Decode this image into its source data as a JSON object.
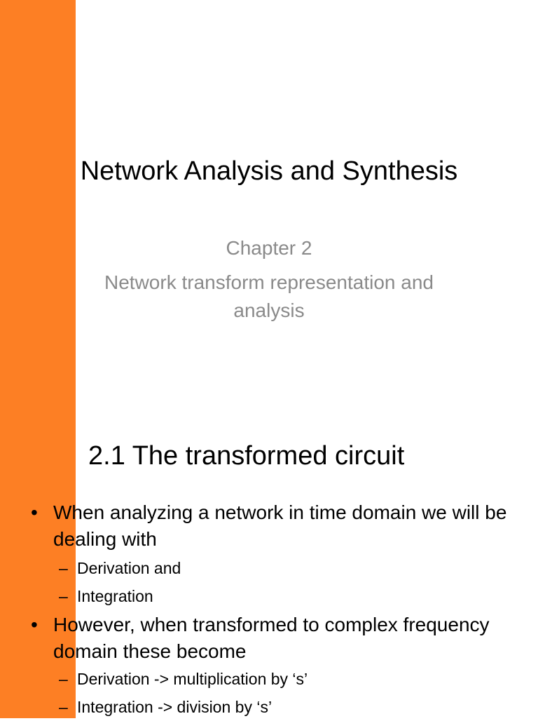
{
  "accent_color": "#fd7f24",
  "slide1": {
    "title": "Network Analysis and Synthesis",
    "chapter": "Chapter 2",
    "subtitle": "Network transform representation and analysis"
  },
  "slide2": {
    "heading": "2.1 The transformed circuit",
    "bullets": [
      {
        "text": "When analyzing a network in time domain we will be dealing with",
        "sub": [
          "Derivation and",
          "Integration"
        ]
      },
      {
        "text": "However, when transformed to complex frequency domain these become",
        "sub": [
          "Derivation  -> multiplication by ‘s’",
          "Integration -> division by ‘s’"
        ]
      }
    ]
  },
  "glyphs": {
    "bullet": "•",
    "dash": "–"
  }
}
